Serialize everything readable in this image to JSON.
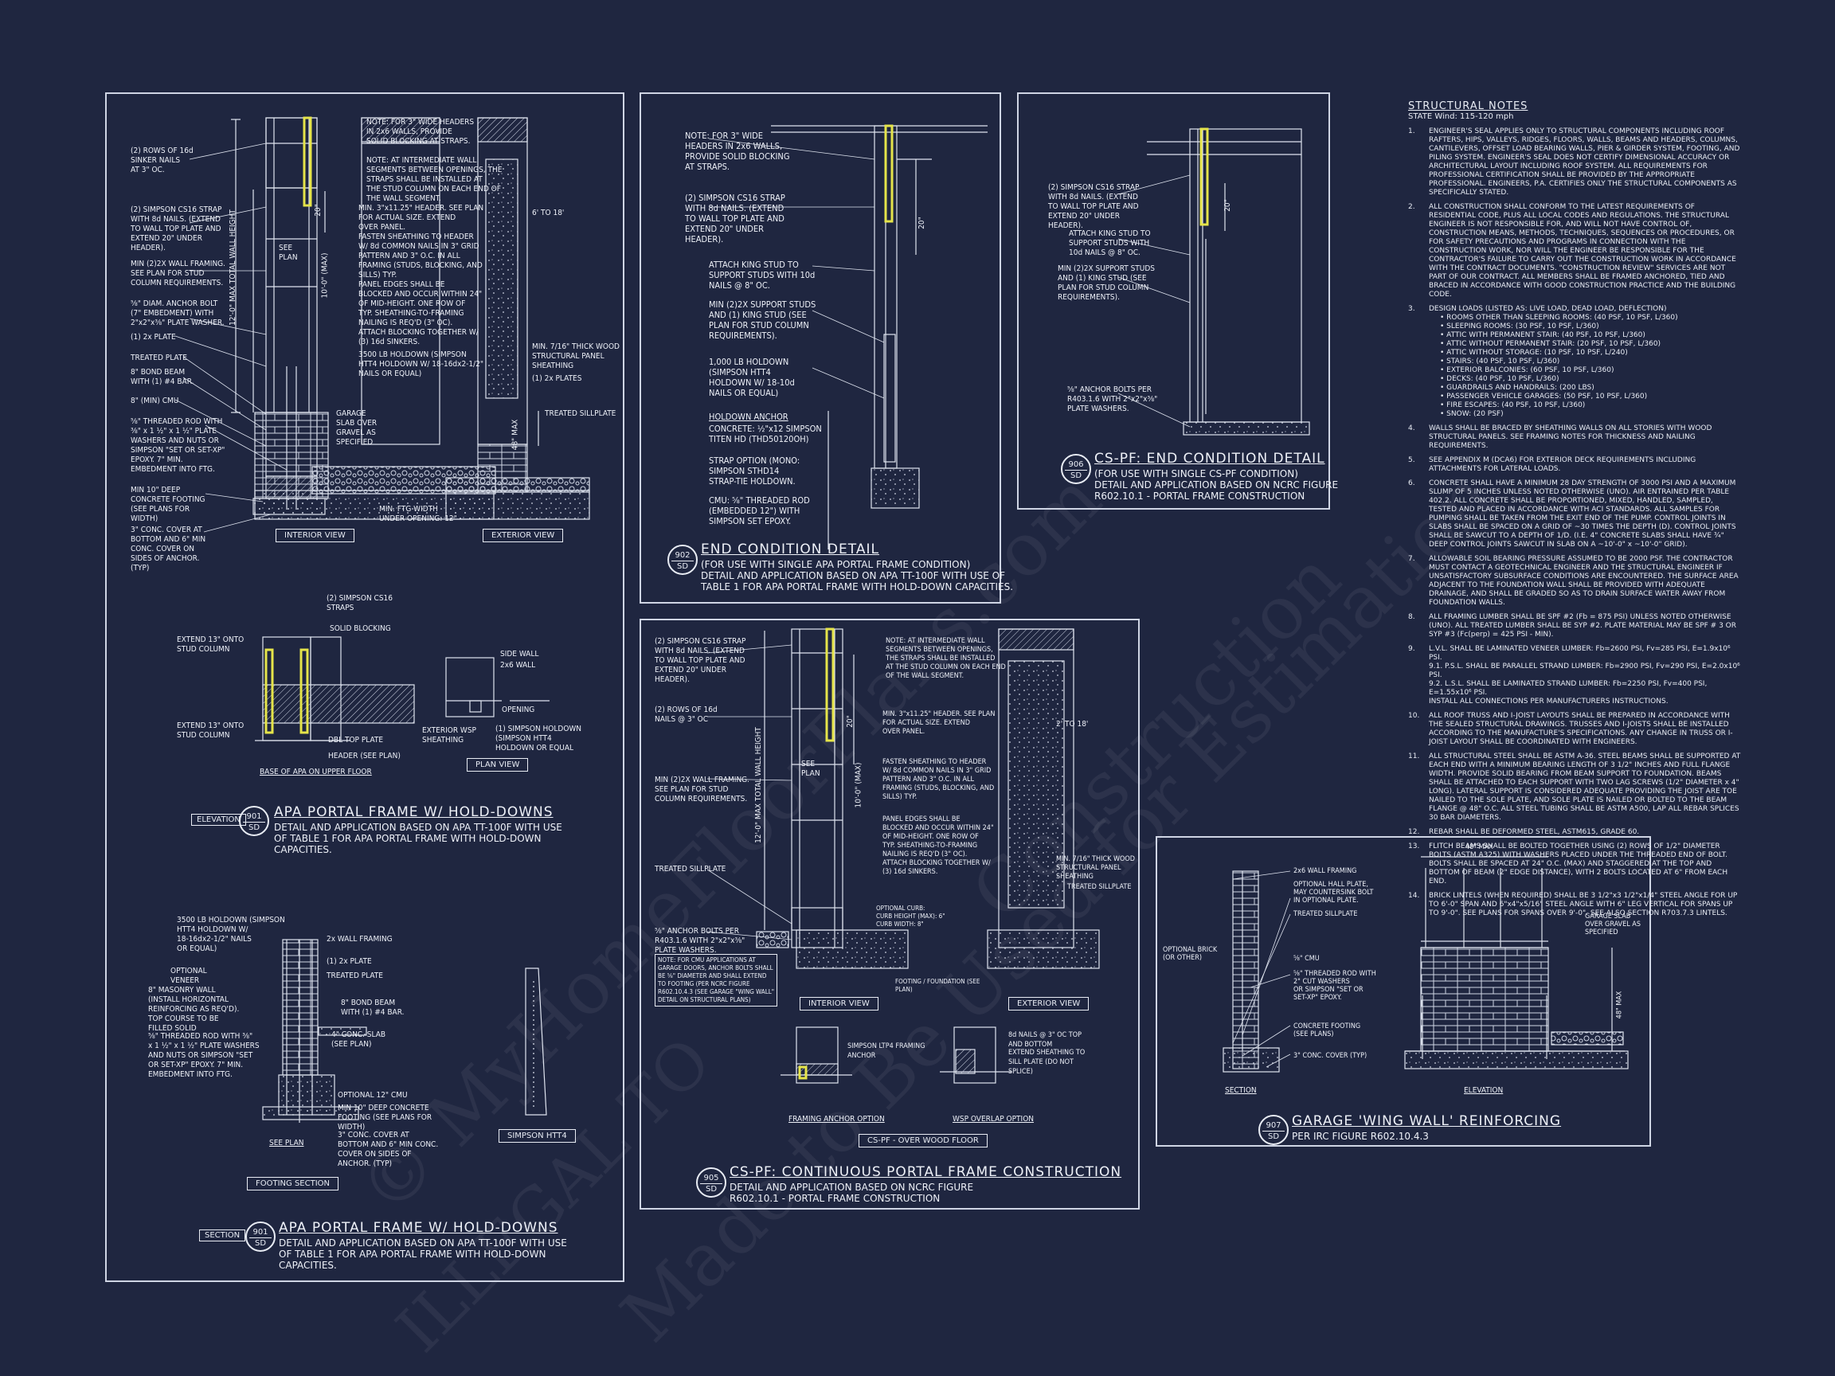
{
  "watermark": [
    "© MyHomeFloorPlans.com",
    "Construction",
    "Made to Be Used for Estimation",
    "ILLEGAL TO"
  ],
  "colors": {
    "background": "#1f2640",
    "line": "#dfe4ef",
    "highlight": "#e5e44a"
  },
  "panel_a": {
    "notes_left": [
      "(2) ROWS OF 16d\nSINKER NAILS\nAT 3\" OC.",
      "(2) SIMPSON CS16 STRAP\nWITH 8d NAILS. (EXTEND\nTO WALL TOP PLATE AND\nEXTEND 20\" UNDER\nHEADER).",
      "MIN (2)2X WALL FRAMING.\nSEE PLAN FOR STUD\nCOLUMN REQUIREMENTS.",
      "⅝\" DIAM. ANCHOR BOLT\n(7\" EMBEDMENT) WITH\n2\"x2\"x⅜\" PLATE WASHER.",
      "(1) 2x PLATE",
      "TREATED PLATE",
      "8\" BOND BEAM\nWITH (1) #4 BAR.",
      "8\" (MIN) CMU",
      "⅝\" THREADED ROD WITH\n⅜\" x 1 ½\" x 1 ½\" PLATE\nWASHERS AND NUTS OR\nSIMPSON \"SET OR SET-XP\"\nEPOXY. 7\" MIN.\nEMBEDMENT INTO FTG.",
      "MIN 10\" DEEP\nCONCRETE FOOTING\n(SEE PLANS FOR\nWIDTH)",
      "3\" CONC. COVER AT\nBOTTOM AND 6\" MIN\nCONC. COVER ON\nSIDES OF ANCHOR.\n(TYP)"
    ],
    "notes_mid": [
      "NOTE: FOR 3\" WIDE HEADERS\nIN 2x6 WALLS, PROVIDE\nSOLID BLOCKING AT STRAPS.",
      "NOTE: AT INTERMEDIATE WALL\nSEGMENTS BETWEEN OPENINGS, THE\nSTRAPS SHALL BE INSTALLED AT\nTHE STUD COLUMN ON EACH END OF\nTHE WALL SEGMENT.",
      "MIN. 3\"x11.25\" HEADER. SEE PLAN\nFOR ACTUAL SIZE. EXTEND\nOVER PANEL.",
      "FASTEN SHEATHING TO HEADER\nW/ 8d COMMON NAILS IN 3\" GRID\nPATTERN AND 3\" O.C. IN ALL\nFRAMING (STUDS, BLOCKING, AND\nSILLS) TYP.",
      "PANEL EDGES SHALL BE\nBLOCKED AND OCCUR WITHIN 24\"\nOF MID-HEIGHT. ONE ROW OF\nTYP. SHEATHING-TO-FRAMING\nNAILING IS REQ'D (3\" OC).\nATTACH BLOCKING TOGETHER W/\n(3) 16d SINKERS.",
      "3500 LB HOLDOWN (SIMPSON\nHTT4 HOLDOWN W/ 18-16dx2-1/2\"\nNAILS OR EQUAL)",
      "GARAGE\nSLAB OVER\nGRAVEL AS\nSPECIFIED",
      "MIN. FTG WIDTH\nUNDER OPENING: 12\""
    ],
    "notes_right": [
      "6' TO 18'",
      "MIN. 7/16\" THICK WOOD\nSTRUCTURAL PANEL\nSHEATHING",
      "(1) 2x PLATES",
      "TREATED SILLPLATE",
      "48\" MAX"
    ],
    "dims": [
      "12'-0\" MAX TOTAL WALL HEIGHT",
      "10'-0\" (MAX)",
      "20\"",
      "SEE\nPLAN"
    ],
    "views": [
      "INTERIOR VIEW",
      "EXTERIOR VIEW"
    ],
    "mid_notes": [
      "(2) SIMPSON CS16\nSTRAPS",
      "SOLID BLOCKING",
      "EXTEND 13\" ONTO\nSTUD COLUMN",
      "EXTEND 13\" ONTO\nSTUD COLUMN",
      "DBL TOP PLATE",
      "HEADER (SEE PLAN)",
      "SIDE WALL",
      "2x6 WALL",
      "OPENING",
      "EXTERIOR WSP\nSHEATHING",
      "(1) SIMPSON HOLDOWN\n(SIMPSON HTT4\nHOLDOWN OR EQUAL"
    ],
    "mid_captions": [
      "BASE OF APA ON UPPER FLOOR",
      "PLAN VIEW"
    ],
    "title1": {
      "tag": "ELEVATION",
      "num": "901",
      "sheet": "SD",
      "title": "APA PORTAL FRAME W/ HOLD-DOWNS",
      "sub": "DETAIL AND APPLICATION BASED ON APA TT-100F WITH USE\nOF TABLE 1 FOR APA PORTAL FRAME WITH HOLD-DOWN\nCAPACITIES."
    },
    "foot_notes": [
      "3500 LB HOLDOWN (SIMPSON\nHTT4 HOLDOWN W/\n18-16dx2-1/2\" NAILS\nOR EQUAL)",
      "OPTIONAL\nVENEER",
      "8\" MASONRY WALL\n(INSTALL HORIZONTAL\nREINFORCING AS REQ'D).\nTOP COURSE TO BE\nFILLED SOLID",
      "⅝\" THREADED ROD WITH ⅜\"\nx 1 ½\" x 1 ½\" PLATE WASHERS\nAND NUTS OR SIMPSON \"SET\nOR SET-XP\" EPOXY. 7\" MIN.\nEMBEDMENT INTO FTG.",
      "2x WALL FRAMING",
      "(1) 2x PLATE",
      "TREATED PLATE",
      "8\" BOND BEAM\nWITH (1) #4 BAR.",
      "4\" CONC. SLAB\n(SEE PLAN)",
      "OPTIONAL 12\" CMU",
      "MIN 10\" DEEP CONCRETE\nFOOTING (SEE PLANS FOR\nWIDTH)",
      "3\" CONC. COVER AT\nBOTTOM AND 6\" MIN CONC.\nCOVER ON SIDES OF\nANCHOR. (TYP)",
      "SEE PLAN"
    ],
    "foot_captions": [
      "FOOTING SECTION",
      "SIMPSON HTT4"
    ],
    "title2": {
      "tag": "SECTION",
      "num": "901",
      "sheet": "SD",
      "title": "APA PORTAL FRAME W/ HOLD-DOWNS",
      "sub": "DETAIL AND APPLICATION BASED ON APA TT-100F WITH USE\nOF TABLE 1 FOR APA PORTAL FRAME WITH HOLD-DOWN\nCAPACITIES."
    }
  },
  "panel_b": {
    "notes": [
      "NOTE: FOR 3\" WIDE\nHEADERS IN 2x6 WALLS,\nPROVIDE SOLID BLOCKING\nAT STRAPS.",
      "(2) SIMPSON CS16 STRAP\nWITH 8d NAILS. (EXTEND\nTO WALL TOP PLATE AND\nEXTEND 20\" UNDER\nHEADER).",
      "ATTACH KING STUD TO\nSUPPORT STUDS WITH 10d\nNAILS @ 8\" OC.",
      "MIN (2)2X SUPPORT STUDS\nAND (1) KING STUD (SEE\nPLAN FOR STUD COLUMN\nREQUIREMENTS).",
      "1,000 LB HOLDOWN\n(SIMPSON HTT4\nHOLDOWN W/ 18-10d\nNAILS OR EQUAL)",
      "HOLDOWN ANCHOR",
      "CONCRETE: ½\"x12 SIMPSON\nTITEN HD (THD50120OH)",
      "STRAP OPTION (MONO:\nSIMPSON STHD14\nSTRAP-TIE HOLDOWN.",
      "CMU: ⅝\" THREADED ROD\n(EMBEDDED 12\") WITH\nSIMPSON SET EPOXY."
    ],
    "dim": "20\"",
    "title": {
      "num": "902",
      "sheet": "SD",
      "title": "END CONDITION DETAIL",
      "sub": "(FOR USE WITH SINGLE APA PORTAL FRAME CONDITION)\nDETAIL AND APPLICATION BASED ON APA TT-100F WITH USE OF\nTABLE 1 FOR APA PORTAL FRAME WITH HOLD-DOWN CAPACITIES."
    }
  },
  "panel_c": {
    "notes": [
      "(2) SIMPSON CS16 STRAP\nWITH 8d NAILS. (EXTEND\nTO WALL TOP PLATE AND\nEXTEND 20\" UNDER\nHEADER).",
      "ATTACH KING STUD TO\nSUPPORT STUDS WITH\n10d NAILS @ 8\" OC.",
      "MIN (2)2X SUPPORT STUDS\nAND (1) KING STUD (SEE\nPLAN FOR STUD COLUMN\nREQUIREMENTS).",
      "⅝\" ANCHOR BOLTS PER\nR403.1.6 WITH 2\"x2\"x⅜\"\nPLATE WASHERS."
    ],
    "dim": "20\"",
    "title": {
      "num": "906",
      "sheet": "SD",
      "title": "CS-PF: END CONDITION DETAIL",
      "sub": "(FOR USE WITH SINGLE CS-PF CONDITION)\nDETAIL AND APPLICATION BASED ON NCRC FIGURE\nR602.10.1 - PORTAL FRAME CONSTRUCTION"
    }
  },
  "panel_d": {
    "notes_left": [
      "(2) SIMPSON CS16 STRAP\nWITH 8d NAILS. (EXTEND\nTO WALL TOP PLATE AND\nEXTEND 20\" UNDER\nHEADER).",
      "(2) ROWS OF 16d\nNAILS @ 3\" OC",
      "MIN (2)2X WALL FRAMING.\nSEE PLAN FOR STUD\nCOLUMN REQUIREMENTS.",
      "TREATED SILLPLATE",
      "⅝\" ANCHOR BOLTS PER\nR403.1.6 WITH 2\"x2\"x⅜\"\nPLATE WASHERS.",
      "NOTE: FOR CMU APPLICATIONS AT\nGARAGE DOORS, ANCHOR BOLTS SHALL\nBE ⅝\" DIAMETER AND SHALL EXTEND\nTO FOOTING (PER NCRC FIGURE\nR602.10.4.3 (SEE GARAGE \"WING WALL\"\nDETAIL ON STRUCTURAL PLANS)"
    ],
    "notes_mid": [
      "NOTE: AT INTERMEDIATE WALL\nSEGMENTS BETWEEN OPENINGS,\nTHE STRAPS SHALL BE INSTALLED\nAT THE STUD COLUMN ON EACH END\nOF THE WALL SEGMENT.",
      "MIN. 3\"x11.25\" HEADER. SEE PLAN\nFOR ACTUAL SIZE. EXTEND\nOVER PANEL.",
      "FASTEN SHEATHING TO HEADER\nW/ 8d COMMON NAILS IN 3\" GRID\nPATTERN AND 3\" O.C. IN ALL\nFRAMING (STUDS, BLOCKING, AND\nSILLS) TYP.",
      "PANEL EDGES SHALL BE\nBLOCKED AND OCCUR WITHIN 24\"\nOF MID-HEIGHT. ONE ROW OF\nTYP. SHEATHING-TO-FRAMING\nNAILING IS REQ'D (3\" OC).\nATTACH BLOCKING TOGETHER W/\n(3) 16d SINKERS.",
      "OPTIONAL CURB:\nCURB HEIGHT (MAX): 6\"\nCURB WIDTH: 8\"",
      "FOOTING / FOUNDATION (SEE\nPLAN)"
    ],
    "notes_right": [
      "2' TO 18'",
      "MIN. 7/16\" THICK WOOD\nSTRUCTURAL PANEL\nSHEATHING",
      "TREATED SILLPLATE"
    ],
    "dims": [
      "12'-0\" MAX TOTAL WALL HEIGHT",
      "10'-0\" (MAX)",
      "20\"",
      "SEE\nPLAN"
    ],
    "views": [
      "INTERIOR VIEW",
      "EXTERIOR VIEW"
    ],
    "lower_notes": [
      "SIMPSON LTP4 FRAMING\nANCHOR",
      "8d NAILS @ 3\" OC TOP\nAND BOTTOM",
      "EXTEND SHEATHING TO\nSILL PLATE (DO NOT\nSPLICE)"
    ],
    "lower_captions": [
      "FRAMING ANCHOR OPTION",
      "WSP OVERLAP OPTION",
      "CS-PF - OVER WOOD FLOOR"
    ],
    "title": {
      "num": "905",
      "sheet": "SD",
      "title": "CS-PF: CONTINUOUS PORTAL FRAME CONSTRUCTION",
      "sub": "DETAIL AND APPLICATION BASED ON NCRC FIGURE\nR602.10.1 - PORTAL FRAME CONSTRUCTION"
    }
  },
  "panel_e": {
    "notes_left": [
      "2x6 WALL FRAMING",
      "OPTIONAL HALL PLATE,\nMAY COUNTERSINK BOLT\nIN OPTIONAL PLATE.",
      "TREATED SILLPLATE",
      "OPTIONAL BRICK\n(OR OTHER)",
      "⅝\" CMU",
      "⅝\" THREADED ROD WITH\n2\" CUT WASHERS\nOR SIMPSON \"SET OR\nSET-XP\" EPOXY.",
      "CONCRETE FOOTING\n(SEE PLANS)",
      "3\" CONC. COVER (TYP)"
    ],
    "notes_right": [
      "48\" MAX",
      "GARAGE SLAB\nOVER GRAVEL AS\nSPECIFIED",
      "48\" MAX"
    ],
    "views": [
      "SECTION",
      "ELEVATION"
    ],
    "title": {
      "num": "907",
      "sheet": "SD",
      "title": "GARAGE 'WING WALL' REINFORCING",
      "sub": "PER IRC FIGURE R602.10.4.3"
    }
  },
  "structural_notes": {
    "heading": "STRUCTURAL NOTES",
    "state": "STATE Wind: 115-120 mph",
    "items": [
      {
        "n": "1.",
        "text": "ENGINEER'S SEAL APPLIES ONLY TO STRUCTURAL COMPONENTS INCLUDING ROOF RAFTERS, HIPS, VALLEYS, RIDGES, FLOORS, WALLS, BEAMS AND HEADERS, COLUMNS, CANTILEVERS, OFFSET LOAD BEARING WALLS, PIER & GIRDER SYSTEM, FOOTING, AND PILING SYSTEM. ENGINEER'S SEAL DOES NOT CERTIFY DIMENSIONAL ACCURACY OR ARCHITECTURAL LAYOUT INCLUDING ROOF SYSTEM. ALL REQUIREMENTS FOR PROFESSIONAL CERTIFICATION SHALL BE PROVIDED BY THE APPROPRIATE PROFESSIONAL. ENGINEERS, P.A. CERTIFIES ONLY THE STRUCTURAL COMPONENTS AS SPECIFICALLY STATED."
      },
      {
        "n": "2.",
        "text": "ALL CONSTRUCTION SHALL CONFORM TO THE LATEST REQUIREMENTS OF RESIDENTIAL CODE, PLUS ALL LOCAL CODES AND REGULATIONS. THE STRUCTURAL ENGINEER IS NOT RESPONSIBLE FOR, AND WILL NOT HAVE CONTROL OF, CONSTRUCTION MEANS, METHODS, TECHNIQUES, SEQUENCES OR PROCEDURES, OR FOR SAFETY PRECAUTIONS AND PROGRAMS IN CONNECTION WITH THE CONSTRUCTION WORK, NOR WILL THE ENGINEER BE RESPONSIBLE FOR THE CONTRACTOR'S FAILURE TO CARRY OUT THE CONSTRUCTION WORK IN ACCORDANCE WITH THE CONTRACT DOCUMENTS. \"CONSTRUCTION REVIEW\" SERVICES ARE NOT PART OF OUR CONTRACT. ALL MEMBERS SHALL BE FRAMED ANCHORED, TIED AND BRACED IN ACCORDANCE WITH GOOD CONSTRUCTION PRACTICE AND THE BUILDING CODE."
      },
      {
        "n": "3.",
        "text": "DESIGN LOADS (LISTED AS: LIVE LOAD, DEAD LOAD, DEFLECTION)",
        "bullets": [
          "ROOMS OTHER THAN SLEEPING ROOMS: (40 PSF, 10 PSF, L/360)",
          "SLEEPING ROOMS: (30 PSF, 10 PSF, L/360)",
          "ATTIC WITH PERMANENT STAIR: (40 PSF, 10 PSF, L/360)",
          "ATTIC WITHOUT PERMANENT STAIR: (20 PSF, 10 PSF, L/360)",
          "ATTIC WITHOUT STORAGE: (10 PSF, 10 PSF, L/240)",
          "STAIRS: (40 PSF, 10 PSF, L/360)",
          "EXTERIOR BALCONIES: (60 PSF, 10 PSF, L/360)",
          "DECKS: (40 PSF, 10 PSF, L/360)",
          "GUARDRAILS AND HANDRAILS: (200 LBS)",
          "PASSENGER VEHICLE GARAGES: (50 PSF, 10 PSF, L/360)",
          "FIRE ESCAPES: (40 PSF, 10 PSF, L/360)",
          "SNOW: (20 PSF)"
        ]
      },
      {
        "n": "4.",
        "text": "WALLS SHALL BE BRACED BY SHEATHING WALLS ON ALL STORIES WITH WOOD STRUCTURAL PANELS. SEE FRAMING NOTES FOR THICKNESS AND NAILING REQUIREMENTS."
      },
      {
        "n": "5.",
        "text": "SEE APPENDIX M (DCA6) FOR EXTERIOR DECK REQUIREMENTS INCLUDING ATTACHMENTS FOR LATERAL LOADS."
      },
      {
        "n": "6.",
        "text": "CONCRETE SHALL HAVE A MINIMUM 28 DAY STRENGTH OF 3000 PSI AND A MAXIMUM SLUMP OF 5 INCHES UNLESS NOTED OTHERWISE (UNO). AIR ENTRAINED PER TABLE 402.2. ALL CONCRETE SHALL BE PROPORTIONED, MIXED, HANDLED, SAMPLED, TESTED AND PLACED IN ACCORDANCE WITH ACI STANDARDS. ALL SAMPLES FOR PUMPING SHALL BE TAKEN FROM THE EXIT END OF THE PUMP. CONTROL JOINTS IN SLABS SHALL BE SPACED ON A GRID OF ~30 TIMES THE DEPTH (D). CONTROL JOINTS SHALL BE SAWCUT TO A DEPTH OF 1/D. (I.E. 4\" CONCRETE SLABS SHALL HAVE ¾\" DEEP CONTROL JOINTS SAWCUT IN SLAB ON A ~10'-0\" x ~10'-0\" GRID)."
      },
      {
        "n": "7.",
        "text": "ALLOWABLE SOIL BEARING PRESSURE ASSUMED TO BE 2000 PSF. THE CONTRACTOR MUST CONTACT A GEOTECHNICAL ENGINEER AND THE STRUCTURAL ENGINEER IF UNSATISFACTORY SUBSURFACE CONDITIONS ARE ENCOUNTERED. THE SURFACE AREA ADJACENT TO THE FOUNDATION WALL SHALL BE PROVIDED WITH ADEQUATE DRAINAGE, AND SHALL BE GRADED SO AS TO DRAIN SURFACE WATER AWAY FROM FOUNDATION WALLS."
      },
      {
        "n": "8.",
        "text": "ALL FRAMING LUMBER SHALL BE SPF #2 (Fb = 875 PSI) UNLESS NOTED OTHERWISE (UNO). ALL TREATED LUMBER SHALL BE SYP #2. PLATE MATERIAL MAY BE SPF # 3 OR SYP #3 (Fc(perp) = 425 PSI - MIN)."
      },
      {
        "n": "9.",
        "text": "L.V.L. SHALL BE LAMINATED VENEER LUMBER: Fb=2600 PSI, Fv=285 PSI, E=1.9x10⁶ PSI.\n9.1. P.S.L. SHALL BE PARALLEL STRAND LUMBER: Fb=2900 PSI, Fv=290 PSI, E=2.0x10⁶ PSI.\n9.2. L.S.L. SHALL BE LAMINATED STRAND LUMBER: Fb=2250 PSI, Fv=400 PSI, E=1.55x10⁶ PSI.\nINSTALL ALL CONNECTIONS PER MANUFACTURERS INSTRUCTIONS."
      },
      {
        "n": "10.",
        "text": "ALL ROOF TRUSS AND I-JOIST LAYOUTS SHALL BE PREPARED IN ACCORDANCE WITH THE SEALED STRUCTURAL DRAWINGS. TRUSSES AND I-JOISTS SHALL BE INSTALLED ACCORDING TO THE MANUFACTURE'S SPECIFICATIONS. ANY CHANGE IN TRUSS OR I-JOIST LAYOUT SHALL BE COORDINATED WITH ENGINEERS."
      },
      {
        "n": "11.",
        "text": "ALL STRUCTURAL STEEL SHALL BE ASTM A-36. STEEL BEAMS SHALL BE SUPPORTED AT EACH END WITH A MINIMUM BEARING LENGTH OF 3 1/2\" INCHES AND FULL FLANGE WIDTH. PROVIDE SOLID BEARING FROM BEAM SUPPORT TO FOUNDATION. BEAMS SHALL BE ATTACHED TO EACH SUPPORT WITH TWO LAG SCREWS (1/2\" DIAMETER x 4\" LONG). LATERAL SUPPORT IS CONSIDERED ADEQUATE PROVIDING THE JOIST ARE TOE NAILED TO THE SOLE PLATE, AND SOLE PLATE IS NAILED OR BOLTED TO THE BEAM FLANGE @ 48\" O.C. ALL STEEL TUBING SHALL BE ASTM A500, LAP ALL REBAR SPLICES 30 BAR DIAMETERS."
      },
      {
        "n": "12.",
        "text": "REBAR SHALL BE DEFORMED STEEL, ASTM615, GRADE 60."
      },
      {
        "n": "13.",
        "text": "FLITCH BEAMS SHALL BE BOLTED TOGETHER USING (2) ROWS OF 1/2\" DIAMETER BOLTS (ASTM A325) WITH WASHERS PLACED UNDER THE THREADED END OF BOLT. BOLTS SHALL BE SPACED AT 24\" O.C. (MAX) AND STAGGERED AT THE TOP AND BOTTOM OF BEAM (2\" EDGE DISTANCE), WITH 2 BOLTS LOCATED AT 6\" FROM EACH END."
      },
      {
        "n": "14.",
        "text": "BRICK LINTELS (WHEN REQUIRED) SHALL BE 3 1/2\"x3 1/2\"x1/4\" STEEL ANGLE FOR UP TO 6'-0\" SPAN AND 6\"x4\"x5/16\" STEEL ANGLE WITH 6\" LEG VERTICAL FOR SPANS UP TO 9'-0\". SEE PLANS FOR SPANS OVER 9'-0\". SEE ALSO SECTION R703.7.3 LINTELS."
      }
    ]
  }
}
